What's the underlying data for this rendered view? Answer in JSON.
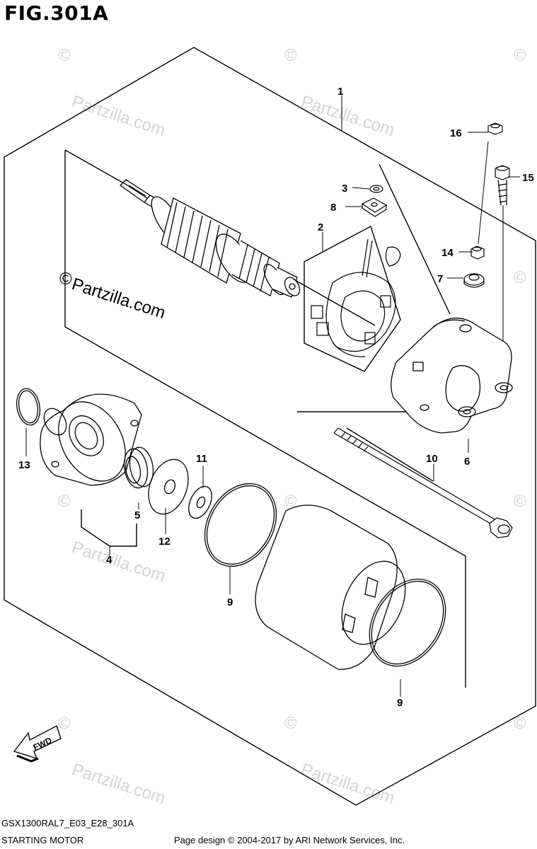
{
  "figure": {
    "title": "FIG.301A"
  },
  "watermarks": {
    "text": "Partzilla.com",
    "symbol": "©"
  },
  "callouts": [
    {
      "id": "1",
      "label": "1"
    },
    {
      "id": "2",
      "label": "2"
    },
    {
      "id": "3",
      "label": "3"
    },
    {
      "id": "4",
      "label": "4"
    },
    {
      "id": "5",
      "label": "5"
    },
    {
      "id": "6",
      "label": "6"
    },
    {
      "id": "7",
      "label": "7"
    },
    {
      "id": "8",
      "label": "8"
    },
    {
      "id": "9a",
      "label": "9"
    },
    {
      "id": "9b",
      "label": "9"
    },
    {
      "id": "10",
      "label": "10"
    },
    {
      "id": "11",
      "label": "11"
    },
    {
      "id": "12",
      "label": "12"
    },
    {
      "id": "13",
      "label": "13"
    },
    {
      "id": "14",
      "label": "14"
    },
    {
      "id": "15",
      "label": "15"
    },
    {
      "id": "16",
      "label": "16"
    }
  ],
  "fwd_badge": {
    "label": "FWD"
  },
  "footer": {
    "diagram_code": "GSX1300RAL7_E03_E28_301A",
    "diagram_name": "STARTING MOTOR",
    "credit": "Page design © 2004-2017 by ARI Network Services, Inc."
  },
  "colors": {
    "line": "#000000",
    "watermark": "#d4d4d4",
    "background": "#ffffff"
  }
}
